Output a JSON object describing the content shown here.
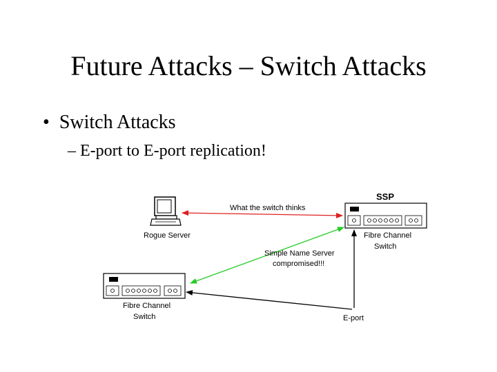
{
  "slide": {
    "title": "Future Attacks – Switch Attacks",
    "bullet": "Switch Attacks",
    "sub_bullet": "– E-port to E-port replication!"
  },
  "diagram": {
    "ssp_label": "SSP",
    "rogue_server_label": "Rogue Server",
    "edge_red_label": "What the switch thinks",
    "edge_green_label_line1": "Simple Name Server",
    "edge_green_label_line2": "compromised!!!",
    "eport_label": "E-port",
    "switch_right_label_line1": "Fibre Channel",
    "switch_right_label_line2": "Switch",
    "switch_left_label_line1": "Fibre Channel",
    "switch_left_label_line2": "Switch",
    "colors": {
      "red_edge": "#e02020",
      "green_edge": "#22cc22",
      "black_edge": "#000000"
    },
    "icons": [
      "computer-icon",
      "fibre-channel-switch-icon"
    ]
  }
}
